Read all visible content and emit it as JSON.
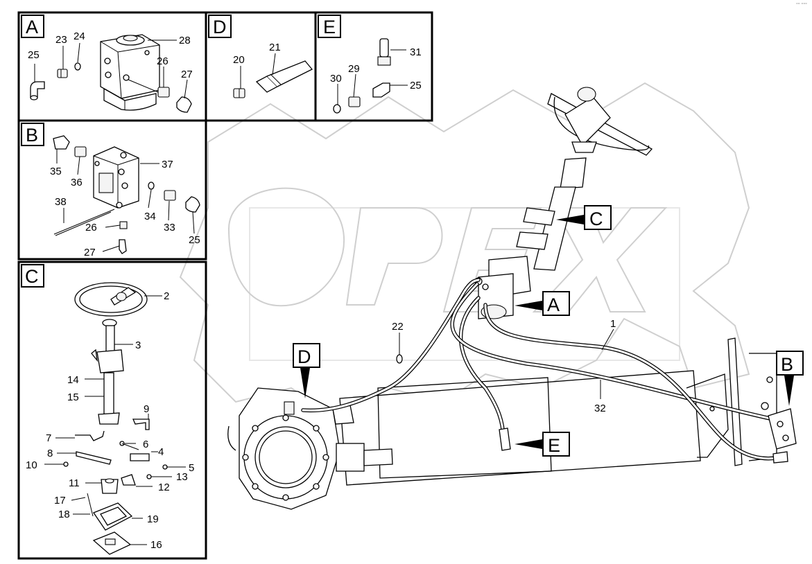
{
  "corner_mark": "°° °°°",
  "watermark_text": "OPEX",
  "detail_labels": {
    "A": "A",
    "B": "B",
    "C": "C",
    "D": "D",
    "E": "E"
  },
  "main_callouts": {
    "A": "A",
    "B": "B",
    "C": "C",
    "D": "D",
    "E": "E"
  },
  "part_numbers": {
    "p1": "1",
    "p2": "2",
    "p3": "3",
    "p4": "4",
    "p5": "5",
    "p6": "6",
    "p7": "7",
    "p8": "8",
    "p9": "9",
    "p10": "10",
    "p11": "11",
    "p12": "12",
    "p13": "13",
    "p14": "14",
    "p15": "15",
    "p16": "16",
    "p17": "17",
    "p18": "18",
    "p19": "19",
    "p20": "20",
    "p21": "21",
    "p22": "22",
    "p23": "23",
    "p24": "24",
    "p25": "25",
    "p26": "26",
    "p27": "27",
    "p28": "28",
    "p29": "29",
    "p30": "30",
    "p31": "31",
    "p32": "32",
    "p33": "33",
    "p34": "34",
    "p35": "35",
    "p36": "36",
    "p37": "37",
    "p38": "38"
  },
  "colors": {
    "line": "#000000",
    "watermark": "#cfcfcf",
    "background": "#ffffff"
  }
}
